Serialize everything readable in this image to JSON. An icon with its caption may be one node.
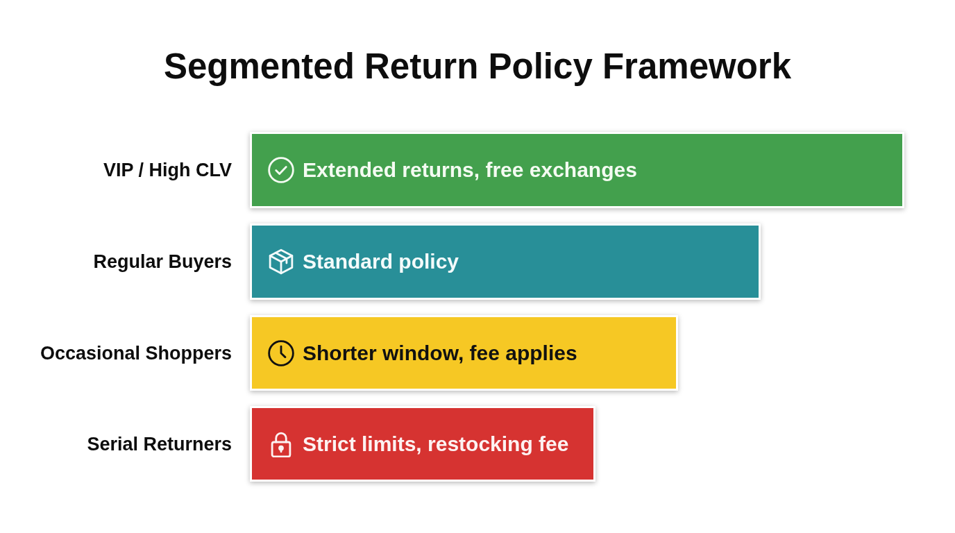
{
  "diagram": {
    "title": "Segmented Return Policy Framework",
    "nodes": [
      {
        "text": [
          "Extended returns, free exchanges"
        ],
        "beside": [
          "VIP / High CLV"
        ]
      },
      {
        "text": [
          "Standard policy"
        ],
        "beside": [
          "Regular Buyers"
        ]
      },
      {
        "text": [
          "Shorter window, fee applies"
        ],
        "beside": [
          "Occasional Shoppers"
        ]
      },
      {
        "text": [
          "Strict limits, restocking fee"
        ],
        "beside": [
          "Serial Returners"
        ]
      }
    ]
  }
}
